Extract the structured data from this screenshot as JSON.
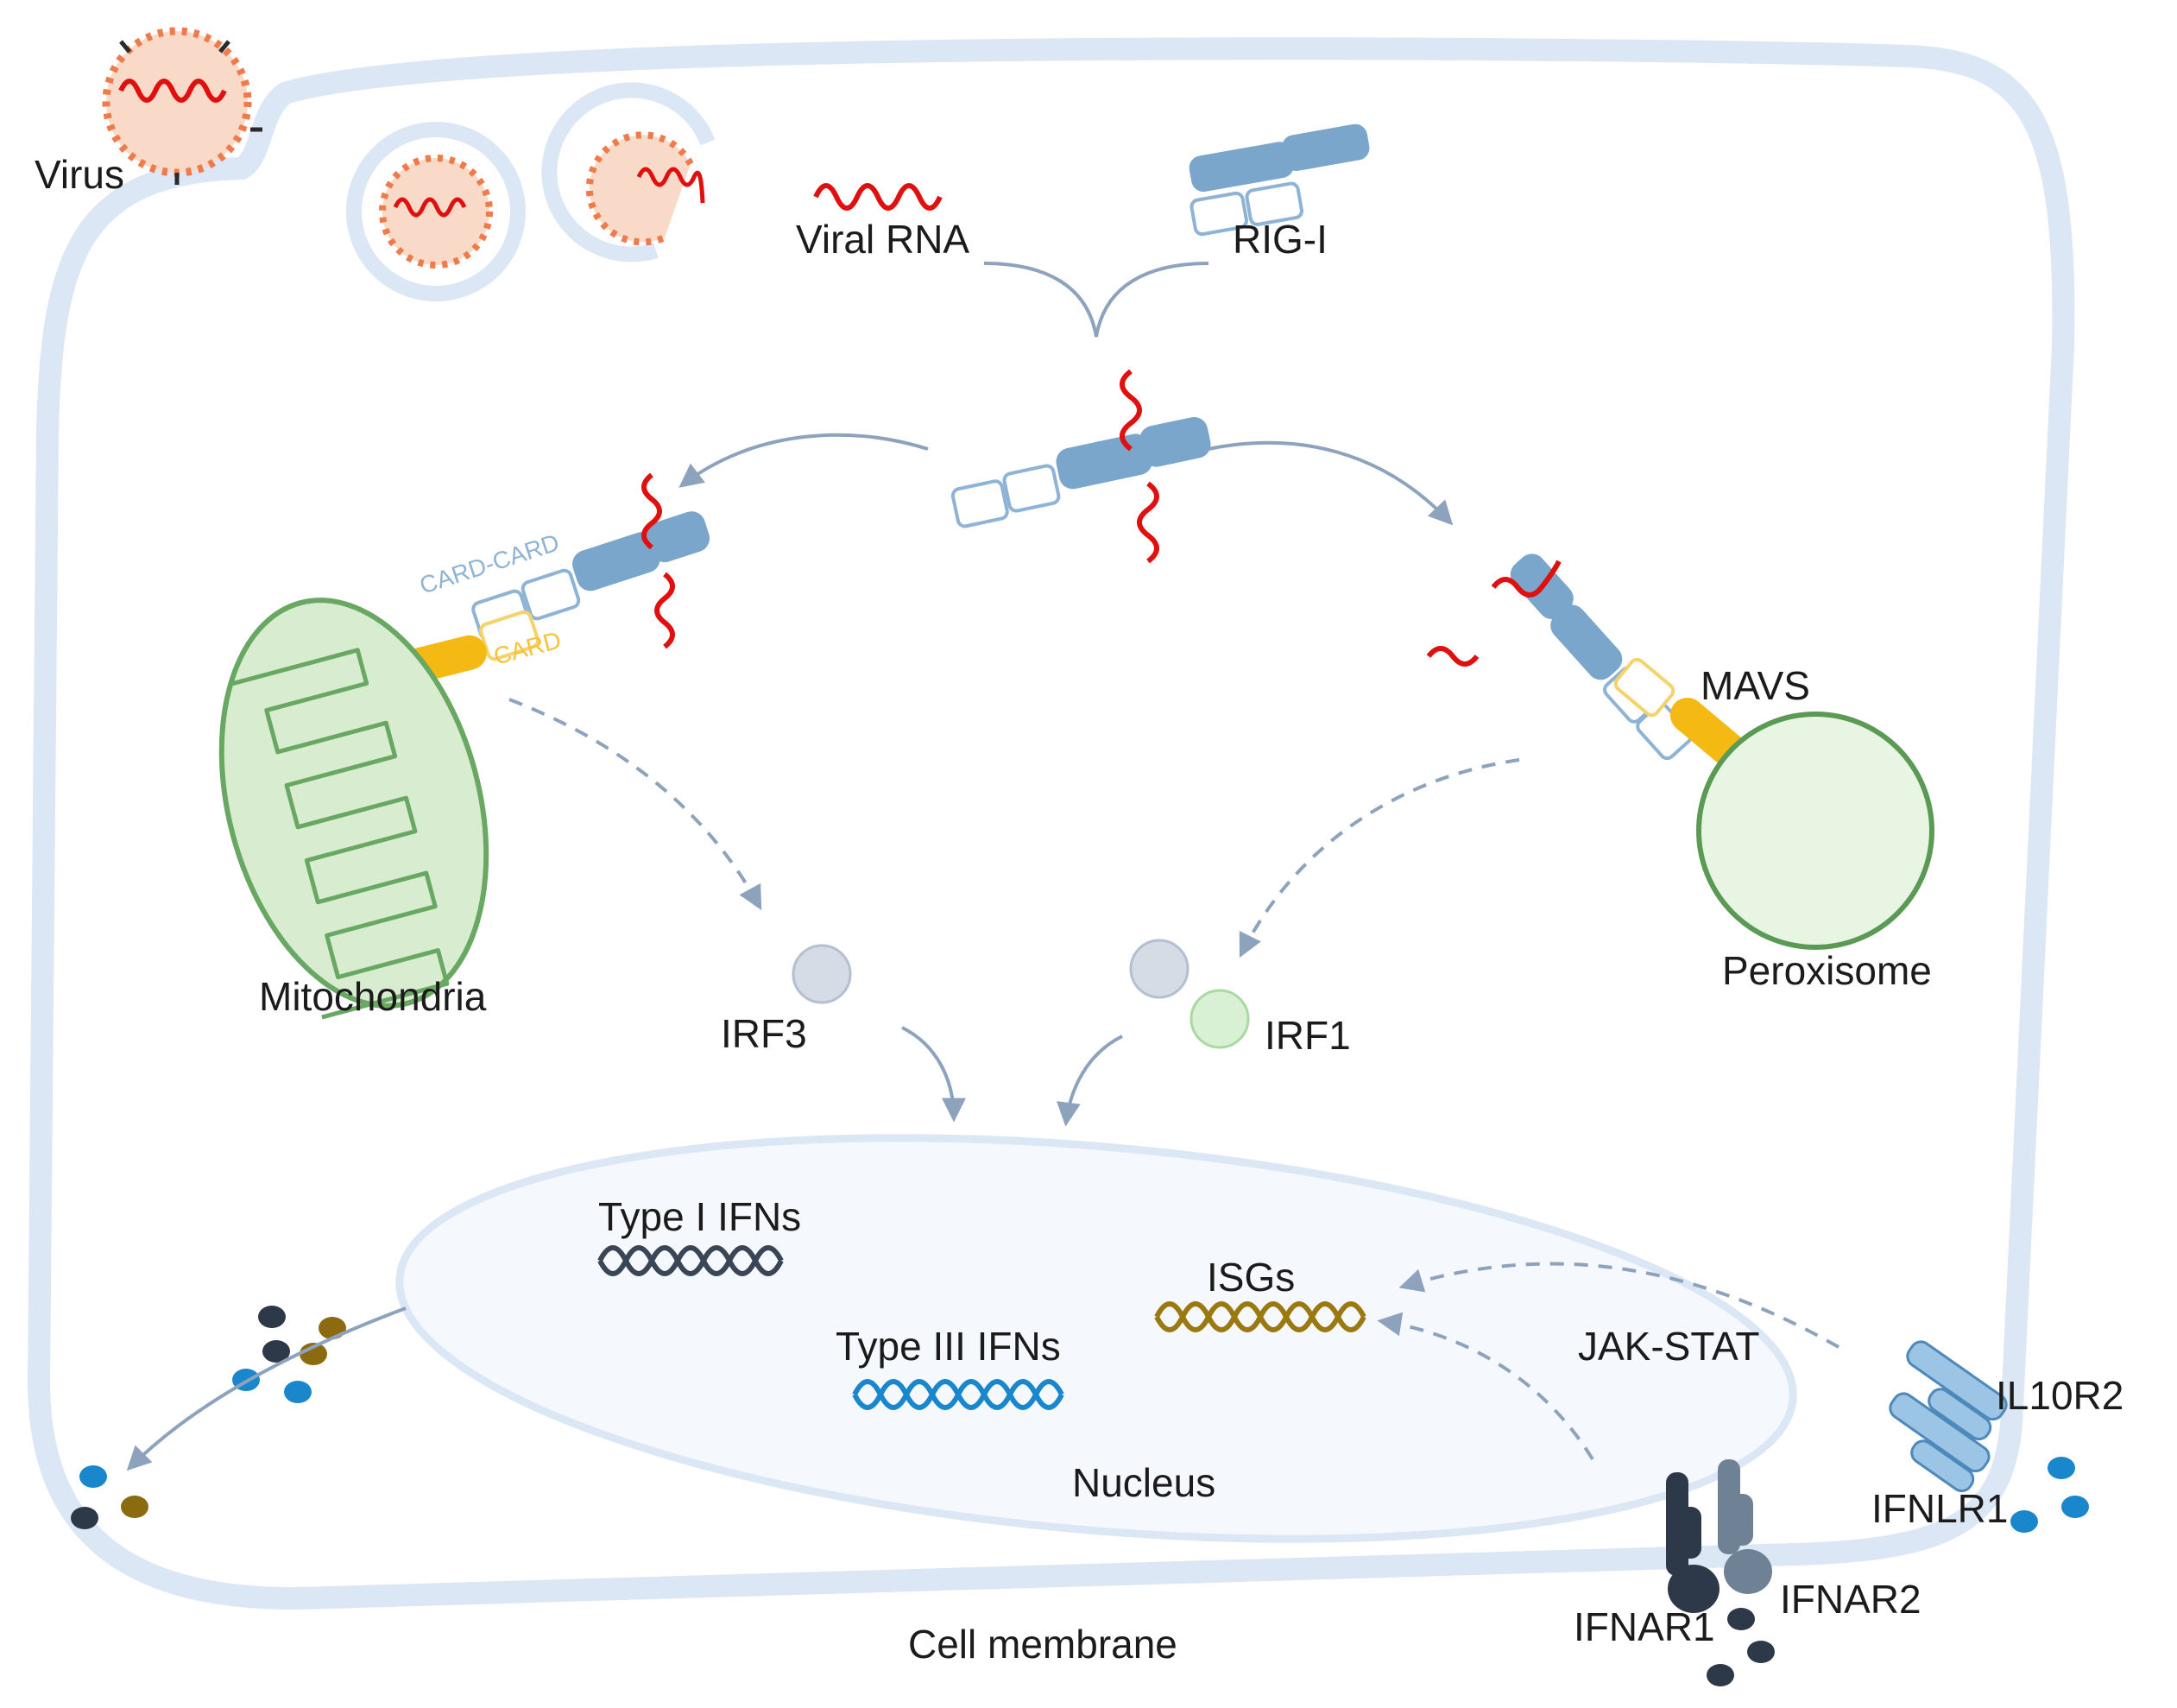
{
  "labels": {
    "virus": "Virus",
    "viral_rna": "Viral RNA",
    "rig_i": "RIG-I",
    "card_card": "CARD-CARD",
    "card": "CARD",
    "mavs": "MAVS",
    "mitochondria": "Mitochondria",
    "peroxisome": "Peroxisome",
    "irf3": "IRF3",
    "irf1": "IRF1",
    "type1_ifns": "Type I IFNs",
    "type3_ifns": "Type III IFNs",
    "isgs": "ISGs",
    "nucleus": "Nucleus",
    "jak_stat": "JAK-STAT",
    "il10r2": "IL10R2",
    "ifnlr1": "IFNLR1",
    "ifnar1": "IFNAR1",
    "ifnar2": "IFNAR2",
    "cell_membrane": "Cell membrane"
  },
  "colors": {
    "membrane": "#dbe7f4",
    "rig_i_dark": "#7aa6cc",
    "rig_i_light_outline": "#8db3d6",
    "viral_rna": "#e01010",
    "mavs": "#f5b914",
    "mitochondria_fill": "#d8ecd0",
    "mitochondria_stroke": "#69a862",
    "peroxisome_fill": "#e7f5e2",
    "peroxisome_stroke": "#5a9a55",
    "irf3": "#d6dce6",
    "irf1": "#d8f0d4",
    "type1_dna": "#3a4656",
    "type3_dna": "#1a86cc",
    "isg_dna": "#9a7a10",
    "ifnar1": "#2d3848",
    "ifnar2": "#6f8195",
    "ifnl_receptor": "#7aaed8",
    "arrow": "#8da3bd"
  }
}
